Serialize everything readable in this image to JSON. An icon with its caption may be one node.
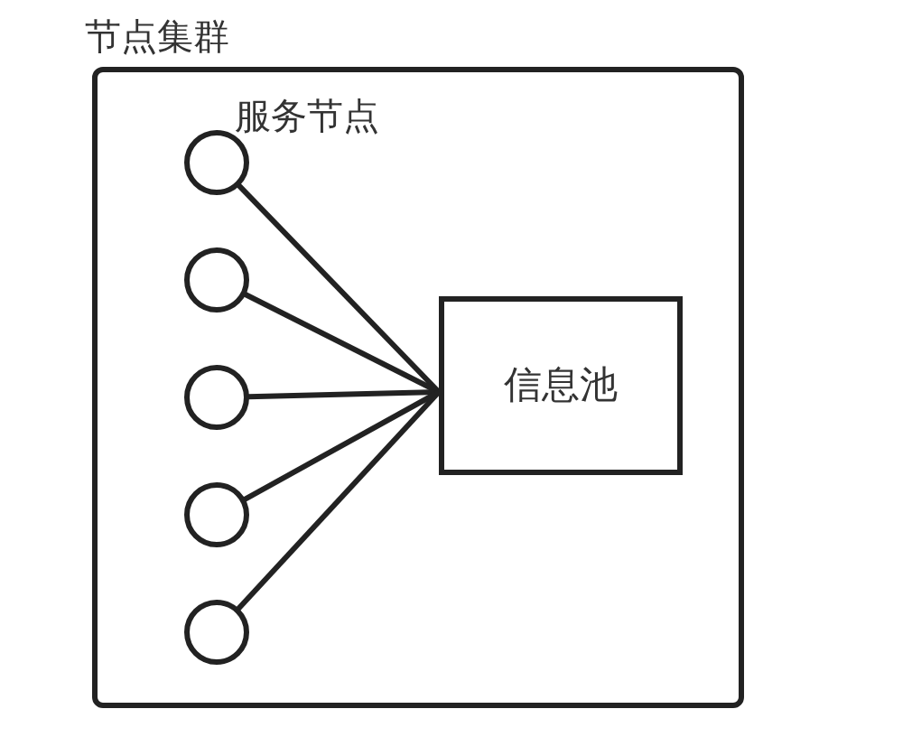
{
  "diagram": {
    "nodes": [
      {
        "text": [
          "节点集群"
        ]
      },
      {
        "text": [],
        "shape": "circle",
        "in": 0
      },
      {
        "text": [],
        "shape": "circle",
        "in": 0
      },
      {
        "text": [],
        "shape": "circle",
        "in": 0
      },
      {
        "text": [],
        "shape": "circle",
        "in": 0
      },
      {
        "text": [],
        "shape": "circle",
        "in": 0
      },
      {
        "text": [
          "信息池"
        ],
        "in": 0
      }
    ],
    "edges": [
      {
        "from": 1,
        "to": 6,
        "arrow": "none"
      },
      {
        "from": 2,
        "to": 6,
        "arrow": "none"
      },
      {
        "from": 3,
        "to": 6,
        "arrow": "none"
      },
      {
        "from": 4,
        "to": 6,
        "arrow": "none"
      },
      {
        "from": 5,
        "to": 6,
        "arrow": "none"
      }
    ],
    "labels": [
      "服务节点"
    ]
  }
}
